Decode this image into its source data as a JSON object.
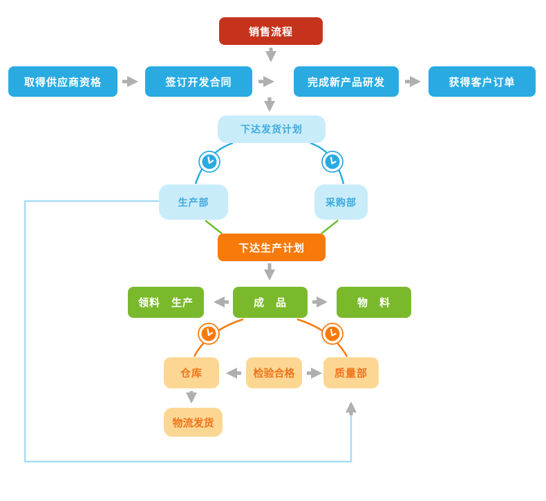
{
  "diagram": {
    "title_node": "销售流程",
    "nodes": {
      "sales_process": {
        "label": "销售流程"
      },
      "supplier_qualification": {
        "label": "取得供应商资格"
      },
      "sign_contract": {
        "label": "签订开发合同"
      },
      "complete_rd": {
        "label": "完成新产品研发"
      },
      "customer_order": {
        "label": "获得客户订单"
      },
      "delivery_plan": {
        "label": "下达发货计划"
      },
      "production_dept": {
        "label": "生产部"
      },
      "purchasing_dept": {
        "label": "采购部"
      },
      "production_plan": {
        "label": "下达生产计划"
      },
      "material_production": {
        "label": "领料　生产"
      },
      "finished_product": {
        "label": "成　品"
      },
      "materials": {
        "label": "物　料"
      },
      "warehouse": {
        "label": "仓库"
      },
      "inspection_passed": {
        "label": "检验合格"
      },
      "quality_dept": {
        "label": "质量部"
      },
      "logistics_delivery": {
        "label": "物流发货"
      }
    },
    "colors": {
      "red_box": "#c5331c",
      "blue_box": "#29abe2",
      "light_blue_box": "#c9ecfb",
      "light_blue_text": "#3fa9dc",
      "orange_box": "#f87a0b",
      "green_box": "#7ab92c",
      "tan_box": "#fcd794",
      "tan_text": "#f0751b",
      "arrow_gray": "#afafaf",
      "connector_blue": "#29abe2",
      "connector_green": "#6cbf2c",
      "connector_orange": "#f87a0b",
      "loop_line_blue": "#a8dcf5"
    }
  }
}
